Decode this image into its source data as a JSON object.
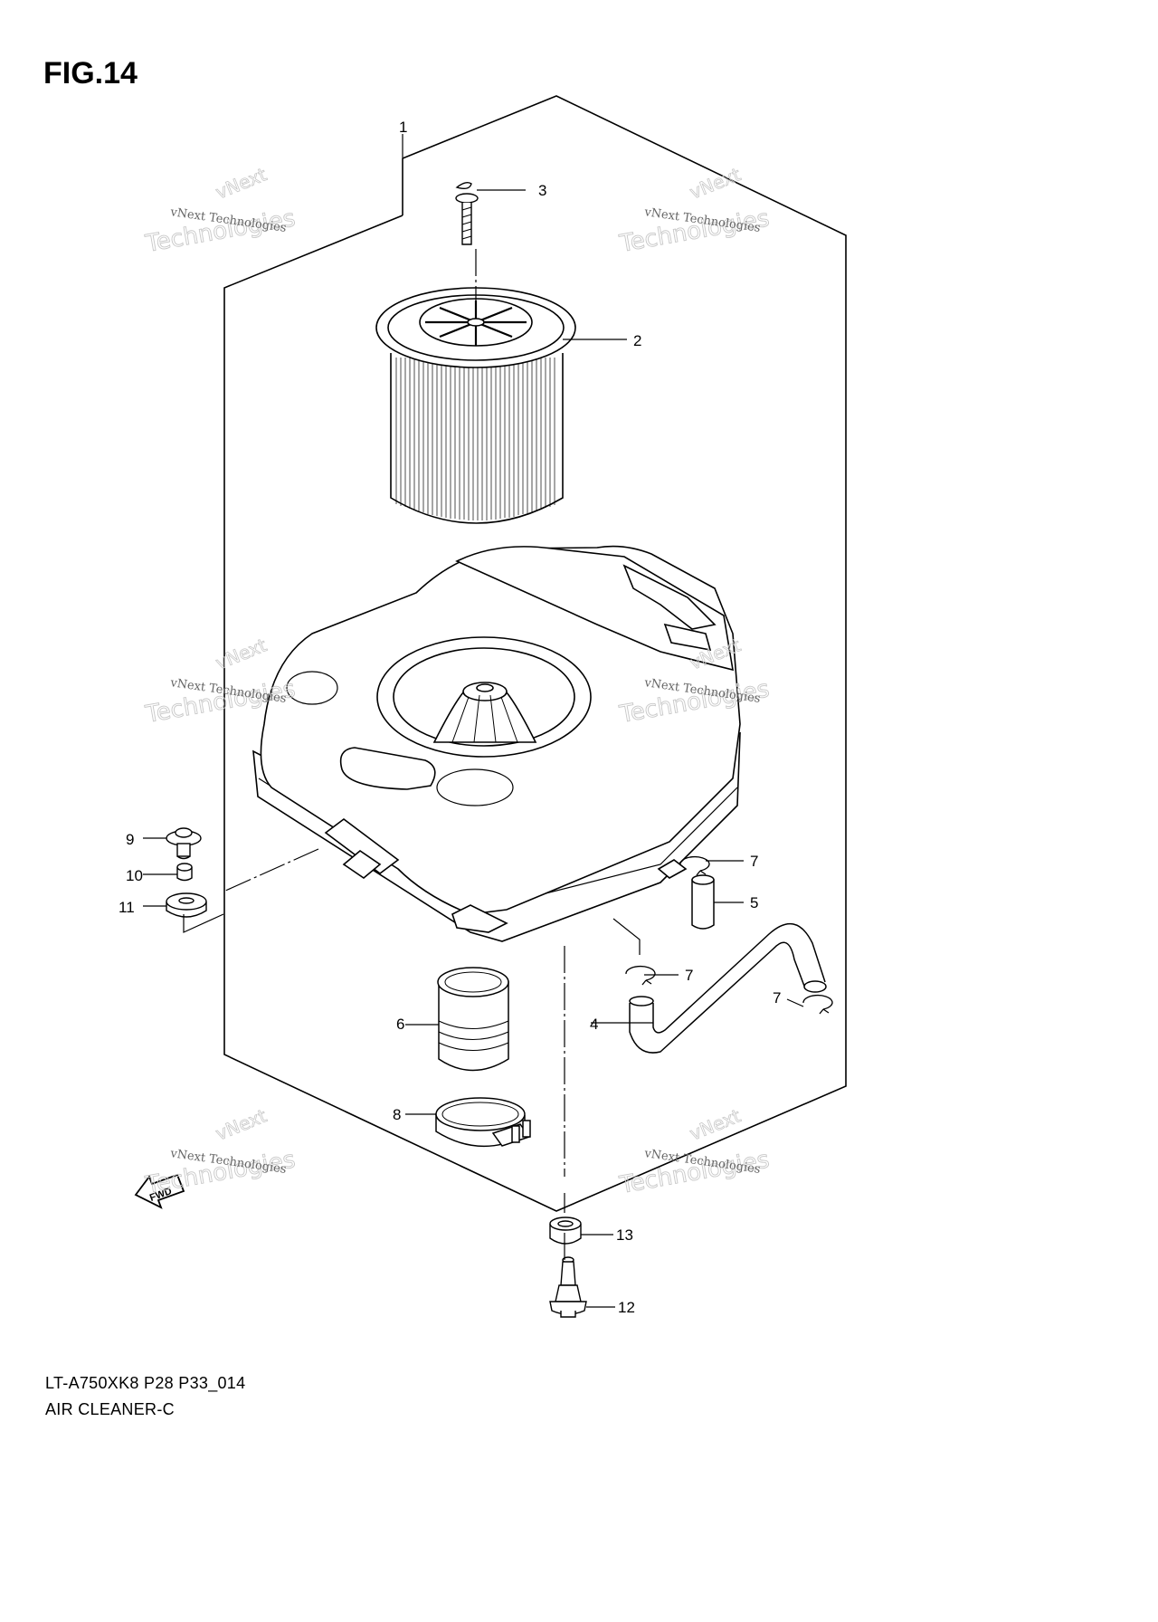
{
  "figure": {
    "title": "FIG.14",
    "code": "LT-A750XK8 P28 P33_014",
    "name": "AIR CLEANER-C"
  },
  "fwd_label": "FWD",
  "watermark": {
    "small": "vNext Technologies",
    "top": "vNext",
    "big": "Technologies"
  },
  "parts": [
    {
      "number": "1",
      "part": "air-cleaner-box-assembly"
    },
    {
      "number": "2",
      "part": "filter-element"
    },
    {
      "number": "3",
      "part": "wing-bolt"
    },
    {
      "number": "4",
      "part": "breather-hose-long"
    },
    {
      "number": "5",
      "part": "breather-hose-short"
    },
    {
      "number": "6",
      "part": "outlet-tube"
    },
    {
      "number": "7",
      "part": "hose-clip"
    },
    {
      "number": "8",
      "part": "hose-clamp"
    },
    {
      "number": "9",
      "part": "bolt"
    },
    {
      "number": "10",
      "part": "collar"
    },
    {
      "number": "11",
      "part": "grommet"
    },
    {
      "number": "12",
      "part": "drain-plug"
    },
    {
      "number": "13",
      "part": "drain-grommet"
    }
  ]
}
